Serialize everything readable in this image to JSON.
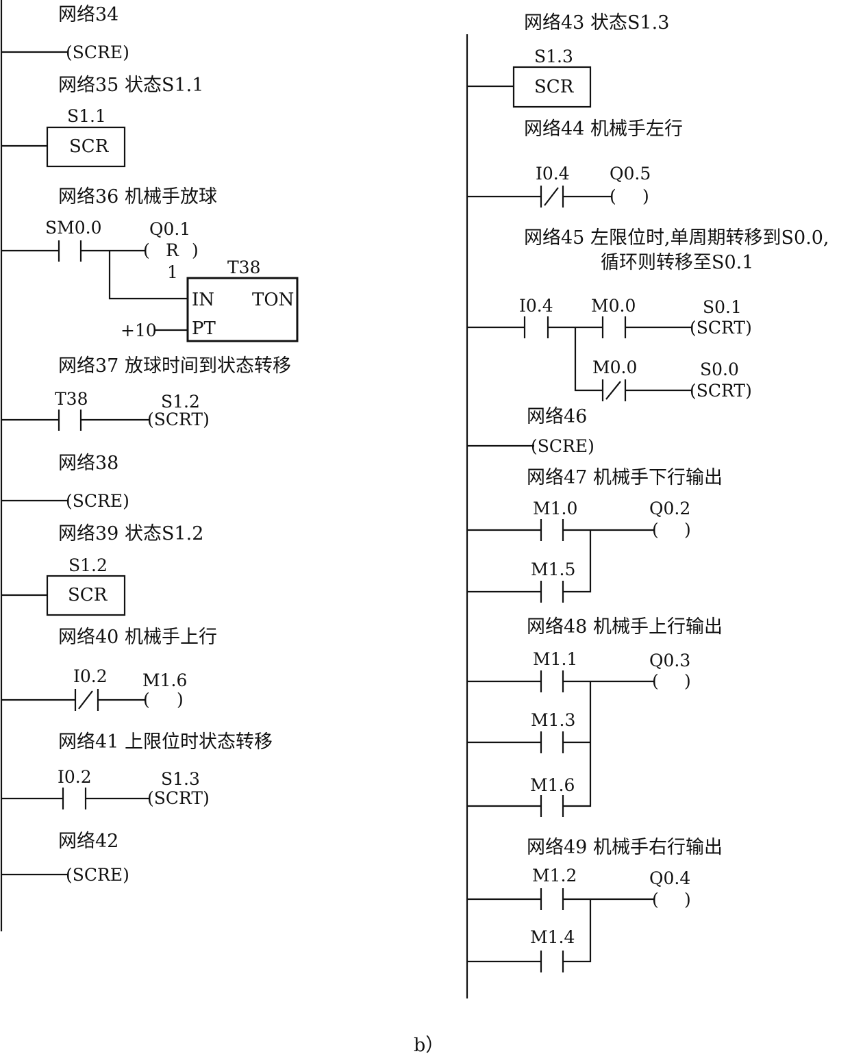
{
  "caption": "b）",
  "networks": {
    "n34": {
      "title": "网络34",
      "coil": "(SCRE)"
    },
    "n35": {
      "title": "网络35  状态S1.1",
      "box_label": "S1.1",
      "box_text": "SCR"
    },
    "n36": {
      "title": "网络36   机械手放球",
      "contact": "SM0.0",
      "coil_label": "Q0.1",
      "coil_r": "R",
      "coil_count": "1",
      "timer_label": "T38",
      "timer_in": "IN",
      "timer_type": "TON",
      "timer_pt": "PT",
      "pt_value": "+10"
    },
    "n37": {
      "title": "网络37   放球时间到状态转移",
      "contact": "T38",
      "coil_label": "S1.2",
      "coil": "(SCRT)"
    },
    "n38": {
      "title": "网络38",
      "coil": "(SCRE)"
    },
    "n39": {
      "title": "网络39   状态S1.2",
      "box_label": "S1.2",
      "box_text": "SCR"
    },
    "n40": {
      "title": "网络40   机械手上行",
      "contact": "I0.2",
      "coil_label": "M1.6"
    },
    "n41": {
      "title": "网络41    上限位时状态转移",
      "contact": "I0.2",
      "coil_label": "S1.3",
      "coil": "(SCRT)"
    },
    "n42": {
      "title": "网络42",
      "coil": "(SCRE)"
    },
    "n43": {
      "title": "网络43 状态S1.3",
      "box_label": "S1.3",
      "box_text": "SCR"
    },
    "n44": {
      "title": "网络44   机械手左行",
      "contact": "I0.4",
      "coil_label": "Q0.5"
    },
    "n45": {
      "title_line1": "网络45   左限位时,单周期转移到S0.0,",
      "title_line2": "循环则转移至S0.1",
      "contact": "I0.4",
      "c_top": "M0.0",
      "coil_top_label": "S0.1",
      "coil_top": "(SCRT)",
      "c_bot": "M0.0",
      "coil_bot_label": "S0.0",
      "coil_bot": "(SCRT)"
    },
    "n46": {
      "title": "网络46",
      "coil": "(SCRE)"
    },
    "n47": {
      "title": "网络47   机械手下行输出",
      "c1": "M1.0",
      "c2": "M1.5",
      "coil_label": "Q0.2"
    },
    "n48": {
      "title": "网络48  机械手上行输出",
      "c1": "M1.1",
      "c2": "M1.3",
      "c3": "M1.6",
      "coil_label": "Q0.3"
    },
    "n49": {
      "title": "网络49   机械手右行输出",
      "c1": "M1.2",
      "c2": "M1.4",
      "coil_label": "Q0.4"
    }
  }
}
